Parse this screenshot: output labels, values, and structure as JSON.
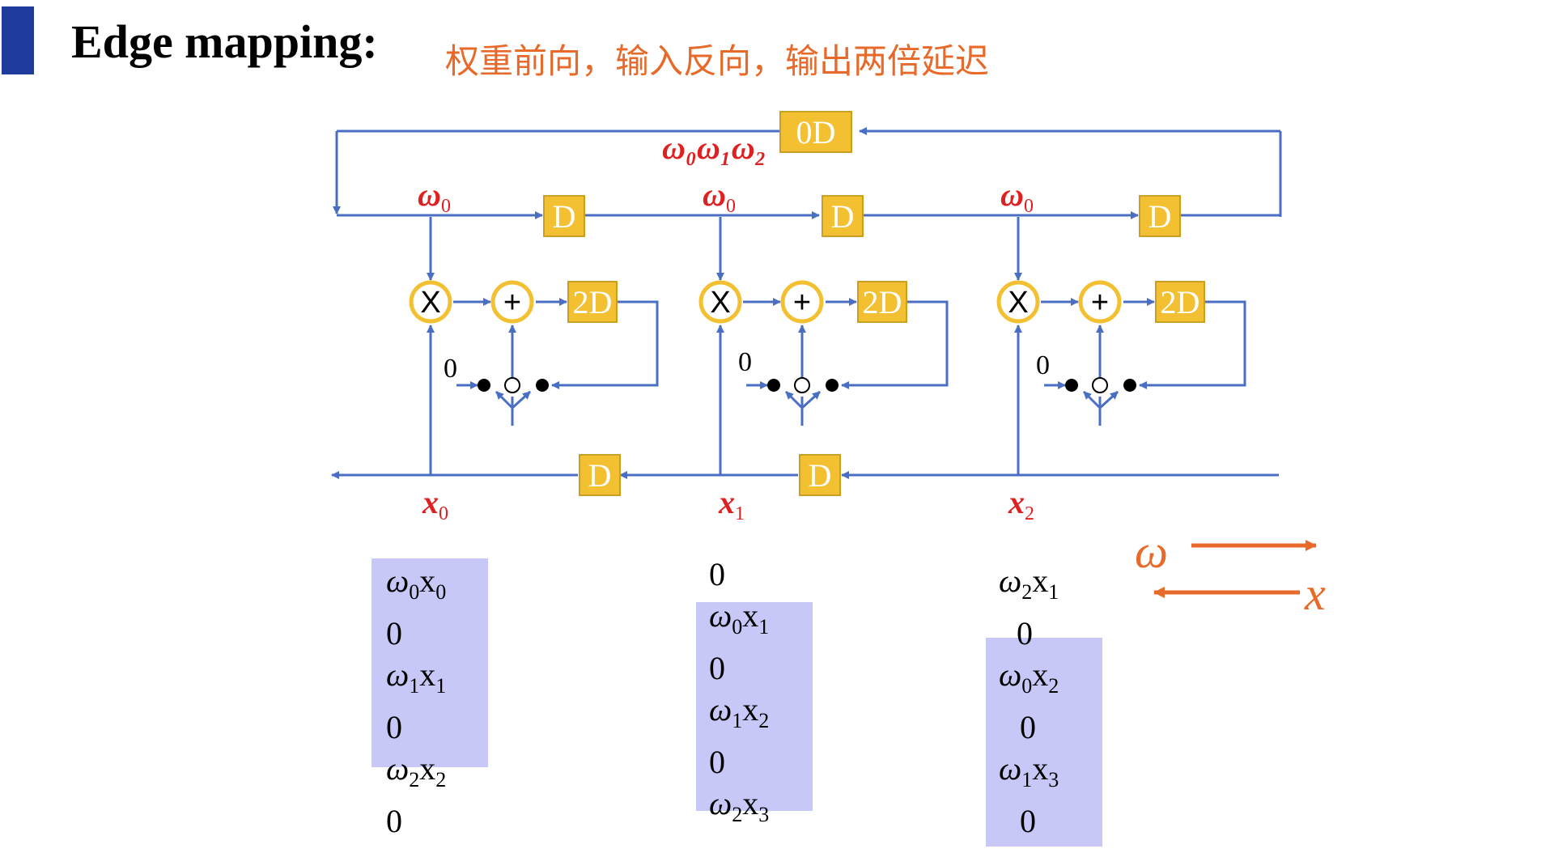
{
  "title": "Edge mapping:",
  "subtitle": "权重前向，输入反向，输出两倍延迟",
  "colors": {
    "box": "#f2c030",
    "circle_stroke": "#f2c030",
    "wire": "#4a6fc2",
    "red": "#e02020",
    "orange": "#e86a2a",
    "highlight": "#c8c8f8",
    "accent": "#1f3c9c"
  },
  "diagram": {
    "top_delay_label": "0D",
    "delay_label": "D",
    "double_delay_label": "2D",
    "multiply_symbol": "X",
    "add_symbol": "+",
    "zero_input": "0",
    "top_annotation": "ω₀ω₁ω₂",
    "weight_labels": [
      {
        "main": "ω",
        "sub": "0"
      },
      {
        "main": "ω",
        "sub": "0"
      },
      {
        "main": "ω",
        "sub": "0"
      }
    ],
    "input_labels": [
      {
        "main": "x",
        "sub": "0"
      },
      {
        "main": "x",
        "sub": "1"
      },
      {
        "main": "x",
        "sub": "2"
      }
    ]
  },
  "columns": [
    {
      "rows": [
        {
          "w": "ω",
          "ws": "0",
          "x": "x",
          "xs": "0"
        },
        {
          "text": "0"
        },
        {
          "w": "ω",
          "ws": "1",
          "x": "x",
          "xs": "1"
        },
        {
          "text": "0"
        },
        {
          "w": "ω",
          "ws": "2",
          "x": "x",
          "xs": "2"
        },
        {
          "text": "0"
        }
      ]
    },
    {
      "rows": [
        {
          "text": "0"
        },
        {
          "w": "ω",
          "ws": "0",
          "x": "x",
          "xs": "1"
        },
        {
          "text": "0"
        },
        {
          "w": "ω",
          "ws": "1",
          "x": "x",
          "xs": "2"
        },
        {
          "text": "0"
        },
        {
          "w": "ω",
          "ws": "2",
          "x": "x",
          "xs": "3"
        }
      ]
    },
    {
      "rows": [
        {
          "w": "ω",
          "ws": "2",
          "x": "x",
          "xs": "1"
        },
        {
          "text": "0"
        },
        {
          "w": "ω",
          "ws": "0",
          "x": "x",
          "xs": "2"
        },
        {
          "text": "0"
        },
        {
          "w": "ω",
          "ws": "1",
          "x": "x",
          "xs": "3"
        },
        {
          "text": "0"
        }
      ]
    }
  ],
  "legend": {
    "weight_symbol": "ω",
    "input_symbol": "x"
  }
}
